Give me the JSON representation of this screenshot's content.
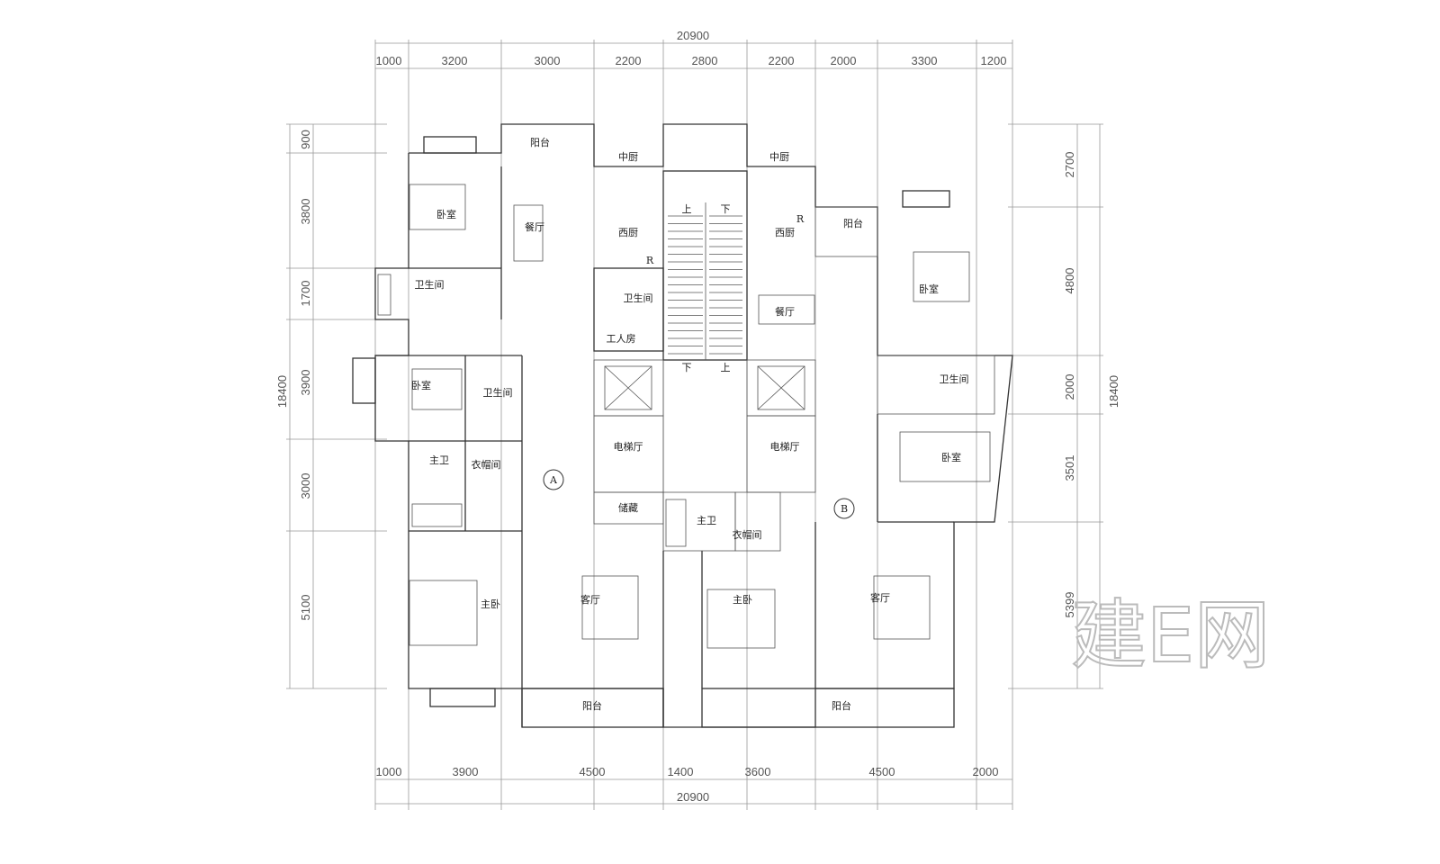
{
  "plan": {
    "total_width": "20900",
    "total_depth": "18400",
    "top_dims": [
      "1000",
      "3200",
      "3000",
      "2200",
      "2800",
      "2200",
      "2000",
      "3300",
      "1200"
    ],
    "bottom_dims": [
      "1000",
      "3900",
      "4500",
      "1400",
      "3600",
      "4500",
      "2000"
    ],
    "left_dims": [
      "900",
      "3800",
      "1700",
      "3900",
      "3000",
      "5100"
    ],
    "right_dims": [
      "2700",
      "4800",
      "2000",
      "3501",
      "5399"
    ],
    "unit_a": "A",
    "unit_b": "B",
    "rooms": {
      "balcony": "阳台",
      "chinese_kitchen": "中厨",
      "western_kitchen": "西厨",
      "bedroom": "卧室",
      "dining": "餐厅",
      "bathroom": "卫生间",
      "master_bath": "主卫",
      "closet": "衣帽间",
      "master_bedroom": "主卧",
      "living": "客厅",
      "elevator_hall": "电梯厅",
      "storage": "储藏",
      "maid_room": "工人房",
      "up": "上",
      "down": "下",
      "fridge": "R"
    }
  },
  "watermark": "建E网"
}
